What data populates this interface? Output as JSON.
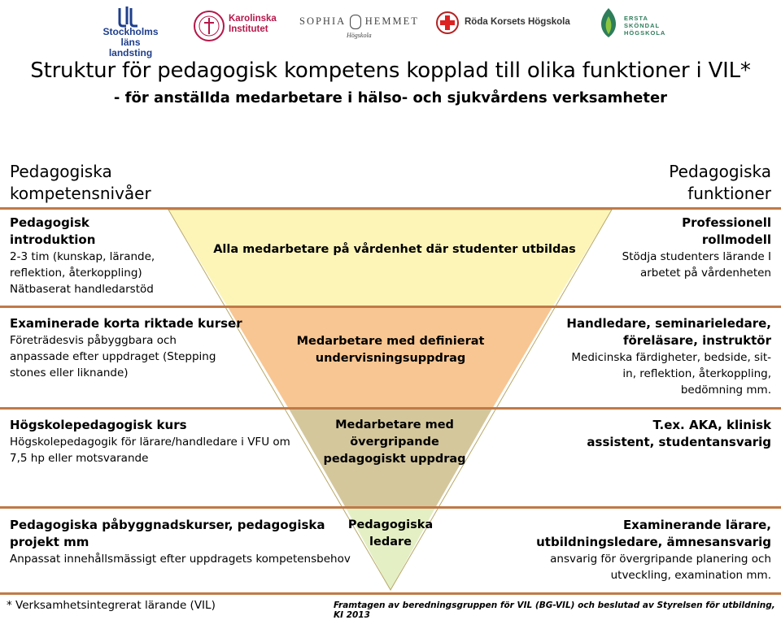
{
  "logos": [
    {
      "name": "Stockholms läns landsting",
      "line1": "Stockholms läns",
      "line2": "landsting"
    },
    {
      "name": "Karolinska Institutet",
      "line1": "Karolinska",
      "line2": "Institutet"
    },
    {
      "name": "Sophiahemmet Högskola",
      "line1": "SOPHIA",
      "line1b": "HEMMET",
      "line2": "Högskola"
    },
    {
      "name": "Röda Korsets Högskola",
      "line1": "Röda Korsets Högskola"
    },
    {
      "name": "Ersta Sköndal Högskola",
      "line1": "ERSTA",
      "line2": "SKÖNDAL",
      "line3": "HÖGSKOLA"
    }
  ],
  "title": "Struktur för pedagogisk kompetens kopplad till olika funktioner i VIL*",
  "subtitle": "- för anställda medarbetare i hälso- och sjukvårdens verksamheter",
  "left_header": {
    "line1": "Pedagogiska",
    "line2": "kompetensnivåer"
  },
  "right_header": {
    "line1": "Pedagogiska",
    "line2": "funktioner"
  },
  "levels": [
    {
      "left_title1": "Pedagogisk",
      "left_title2": "introduktion",
      "left_lines": [
        "2-3 tim (kunskap, lärande,",
        "reflektion, återkoppling)",
        "Nätbaserat handledarstöd"
      ],
      "center": [
        "Alla medarbetare på vårdenhet där studenter utbildas"
      ],
      "right_title": [
        "Professionell",
        "rollmodell"
      ],
      "right_lines": [
        "Stödja studenters lärande I",
        "arbetet på vårdenheten"
      ]
    },
    {
      "left_title1": "Examinerade korta riktade kurser",
      "left_lines": [
        "Företrädesvis påbyggbara och",
        "anpassade efter uppdraget (Stepping",
        "stones eller liknande)"
      ],
      "center": [
        "Medarbetare med definierat",
        "undervisningsuppdrag"
      ],
      "right_title": [
        "Handledare, seminarieledare,",
        "föreläsare, instruktör"
      ],
      "right_lines": [
        "Medicinska färdigheter, bedside, sit-",
        "in, reflektion, återkoppling,",
        "bedömning mm."
      ]
    },
    {
      "left_title1": "Högskolepedagogisk kurs",
      "left_lines": [
        "Högskolepedagogik för lärare/handledare i VFU om",
        "7,5 hp eller motsvarande"
      ],
      "center": [
        "Medarbetare med",
        "övergripande",
        "pedagogiskt uppdrag"
      ],
      "right_title": [
        "T.ex. AKA, klinisk",
        "assistent, studentansvarig"
      ],
      "right_lines": []
    },
    {
      "left_title1": "Pedagogiska påbyggnadskurser, pedagogiska",
      "left_title2": "projekt mm",
      "left_lines": [
        "Anpassat innehållsmässigt efter uppdragets kompetensbehov"
      ],
      "center": [
        "Pedagogiska",
        "ledare"
      ],
      "right_title": [
        "Examinerande lärare,",
        "utbildningsledare, ämnesansvarig"
      ],
      "right_lines": [
        "ansvarig för övergripande planering och",
        "utveckling, examination mm."
      ]
    }
  ],
  "colors": {
    "band1": "#fdf5b8",
    "band2": "#f8c692",
    "band3": "#d4c79c",
    "band4": "#e4efc4",
    "rule": "#c07a48",
    "logo_blue": "#1f3f8c",
    "logo_red": "#b5174a",
    "logo_green": "#2e7d5b"
  },
  "footnote_left": "* Verksamhetsintegrerat lärande (VIL)",
  "footnote_right": "Framtagen av beredningsgruppen för VIL (BG-VIL) och beslutad av Styrelsen för utbildning, KI 2013"
}
